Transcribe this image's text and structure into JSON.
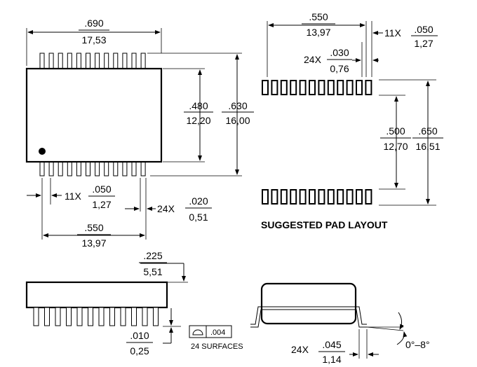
{
  "top_view": {
    "width_in": ".690",
    "width_mm": "17,53",
    "body_in": ".480",
    "body_mm": "12,20",
    "span_in": ".630",
    "span_mm": "16,00",
    "pitch_prefix": "11X",
    "pitch_in": ".050",
    "pitch_mm": "1,27",
    "lead_prefix": "24X",
    "lead_in": ".020",
    "lead_mm": "0,51",
    "row_in": ".550",
    "row_mm": "13,97"
  },
  "pad_layout": {
    "title": "SUGGESTED PAD LAYOUT",
    "row_in": ".550",
    "row_mm": "13,97",
    "pitch_prefix": "11X",
    "pitch_in": ".050",
    "pitch_mm": "1,27",
    "pad_prefix": "24X",
    "pad_in": ".030",
    "pad_mm": "0,76",
    "gap_in": ".500",
    "gap_mm": "12,70",
    "outer_in": ".650",
    "outer_mm": "16,51"
  },
  "side_view": {
    "height_in": ".225",
    "height_mm": "5,51",
    "standoff_in": ".010",
    "standoff_mm": "0,25",
    "flatness_value": ".004",
    "flatness_note": "24 SURFACES"
  },
  "end_view": {
    "foot_prefix": "24X",
    "foot_in": ".045",
    "foot_mm": "1,14",
    "angle": "0°–8°"
  }
}
